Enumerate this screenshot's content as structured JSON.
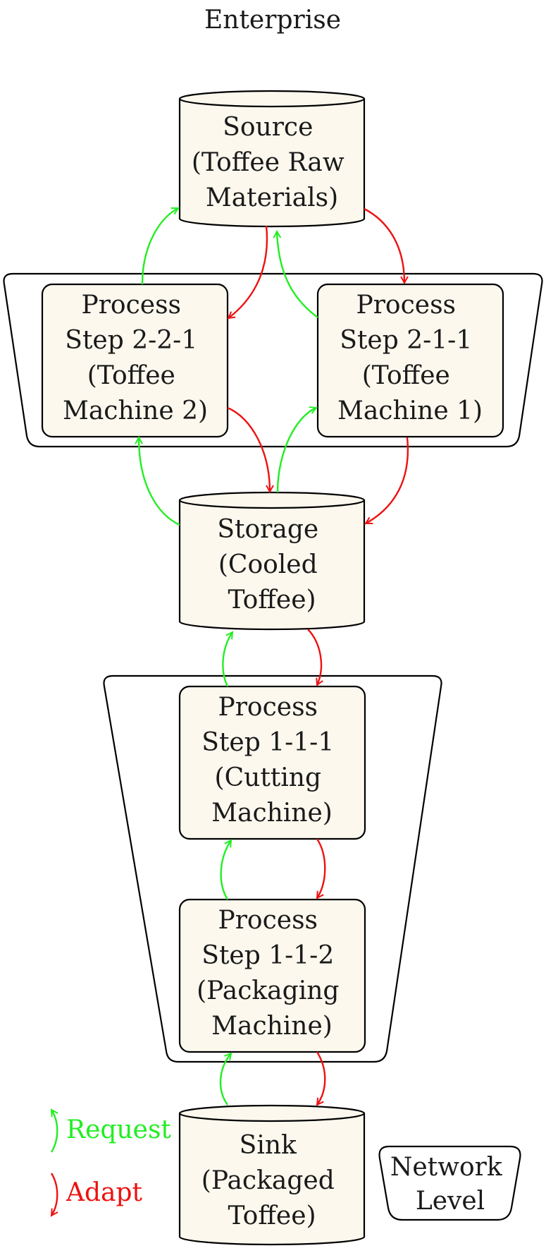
{
  "title": "Enterprise",
  "nodes": {
    "source": {
      "lines": [
        "Source",
        "(Toffee Raw",
        "Materials)"
      ]
    },
    "p221": {
      "lines": [
        "Process",
        "Step 2-2-1",
        "(Toffee",
        "Machine 2)"
      ]
    },
    "p211": {
      "lines": [
        "Process",
        "Step 2-1-1",
        "(Toffee",
        "Machine 1)"
      ]
    },
    "storage": {
      "lines": [
        "Storage",
        "(Cooled",
        "Toffee)"
      ]
    },
    "p111": {
      "lines": [
        "Process",
        "Step 1-1-1",
        "(Cutting",
        "Machine)"
      ]
    },
    "p112": {
      "lines": [
        "Process",
        "Step 1-1-2",
        "(Packaging",
        "Machine)"
      ]
    },
    "sink": {
      "lines": [
        "Sink",
        "(Packaged",
        "Toffee)"
      ]
    }
  },
  "legend": {
    "request": "Request",
    "adapt": "Adapt",
    "network_level": [
      "Network",
      "Level"
    ]
  },
  "colors": {
    "request": "#22ee22",
    "adapt": "#ee1111",
    "node_fill": "#fcf8ee"
  },
  "icons": {
    "request": "curved-arrow-up-icon",
    "adapt": "curved-arrow-down-icon"
  }
}
